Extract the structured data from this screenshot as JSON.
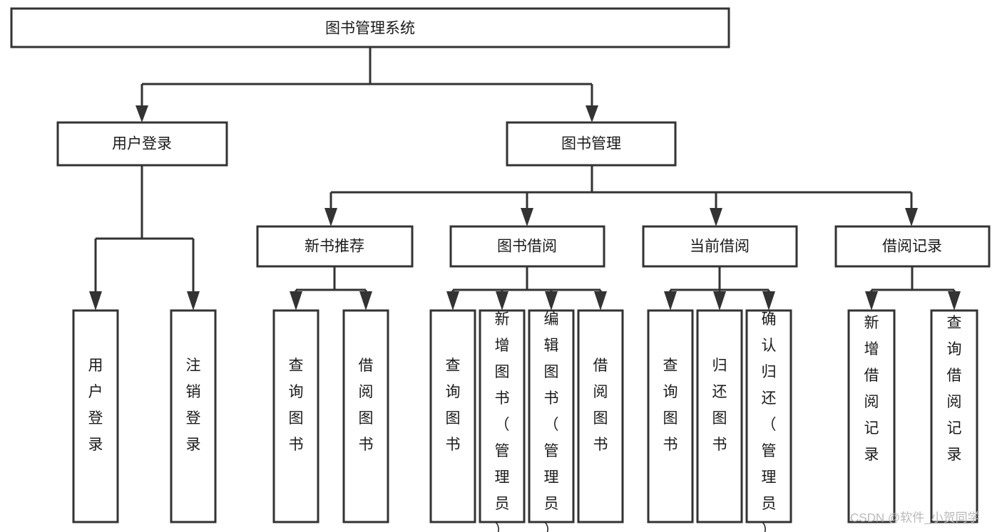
{
  "diagram": {
    "kind": "tree-structure-chart",
    "title": "图书管理系统",
    "colors": {
      "stroke": "#333333",
      "box_fill": "#ffffff",
      "text": "#1a1a1a",
      "watermark": "#b9b9b9",
      "background": "#ffffff"
    },
    "root": {
      "label": "图书管理系统"
    },
    "level2": [
      {
        "label": "用户登录"
      },
      {
        "label": "图书管理"
      }
    ],
    "level3": [
      {
        "label": "新书推荐"
      },
      {
        "label": "图书借阅"
      },
      {
        "label": "当前借阅"
      },
      {
        "label": "借阅记录"
      }
    ],
    "leaves": {
      "user_login": [
        {
          "label": "用户登录"
        },
        {
          "label": "注销登录"
        }
      ],
      "new_book_recommend": [
        {
          "label": "查询图书"
        },
        {
          "label": "借阅图书"
        }
      ],
      "book_borrow": [
        {
          "label": "查询图书"
        },
        {
          "label": "新增图书（管理员）"
        },
        {
          "label": "编辑图书（管理员）"
        },
        {
          "label": "借阅图书"
        }
      ],
      "current_borrow": [
        {
          "label": "查询图书"
        },
        {
          "label": "归还图书"
        },
        {
          "label": "确认归还（管理员）"
        }
      ],
      "borrow_record": [
        {
          "label": "新增借阅记录"
        },
        {
          "label": "查询借阅记录"
        }
      ]
    },
    "watermark": "CSDN @软件_小贺同学"
  }
}
